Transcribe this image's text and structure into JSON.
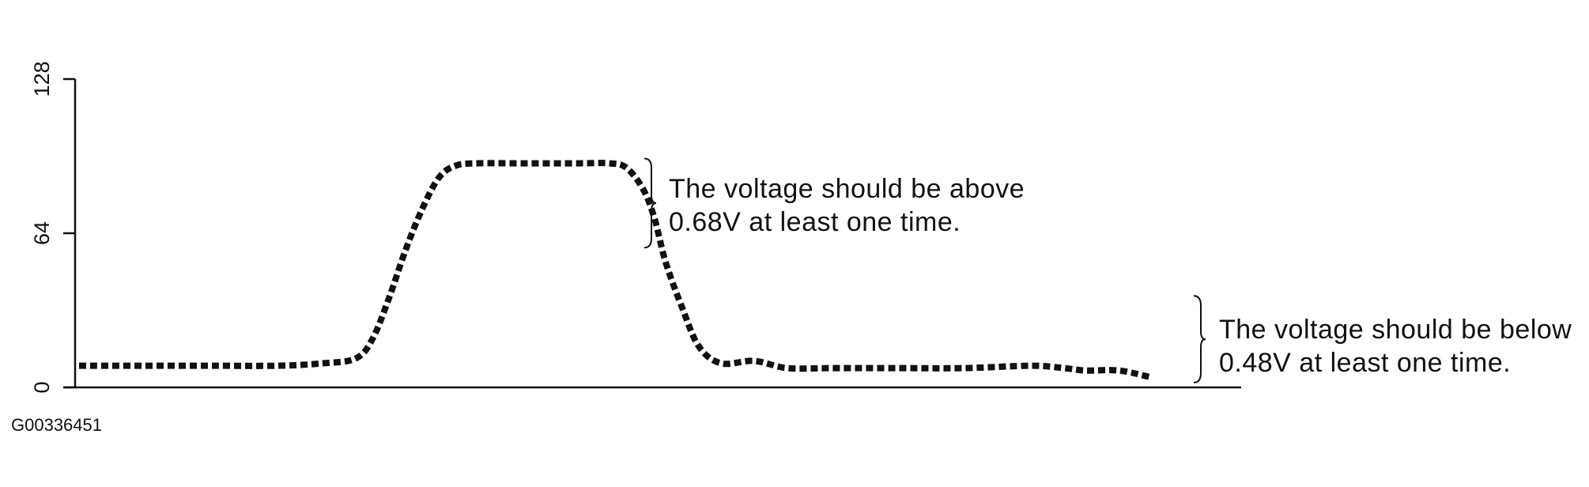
{
  "chart_data": {
    "type": "line",
    "title": "",
    "xlabel": "",
    "ylabel": "",
    "ylim": [
      0,
      128
    ],
    "yticks": [
      "0",
      "64",
      "128"
    ],
    "xlim": [
      0,
      100
    ],
    "grid": false,
    "line_style": "dotted",
    "series": [
      {
        "x": [
          0,
          6,
          12,
          18,
          22,
          25,
          26.5,
          28,
          29.5,
          31,
          32.5,
          34,
          36,
          40,
          45,
          48,
          49.5,
          51,
          52,
          53,
          54.5,
          56,
          58,
          61,
          64,
          68,
          74,
          80,
          86,
          89,
          91,
          94,
          97
        ],
        "y": [
          9,
          9,
          9,
          9,
          10,
          12,
          20,
          37,
          57,
          74,
          87,
          92,
          93,
          93,
          93,
          93,
          91,
          82,
          70,
          52,
          33,
          17,
          10,
          11,
          8,
          8,
          8,
          8,
          9,
          8,
          7,
          7,
          4
        ]
      }
    ],
    "annotations": [
      {
        "lines": [
          "The voltage should be above",
          "0.68V at least one time."
        ],
        "y_range": [
          58,
          95
        ]
      },
      {
        "lines": [
          "The voltage should be below",
          "0.48V at least one time."
        ],
        "y_range": [
          2,
          38
        ]
      }
    ]
  },
  "figure_id": "G00336451"
}
